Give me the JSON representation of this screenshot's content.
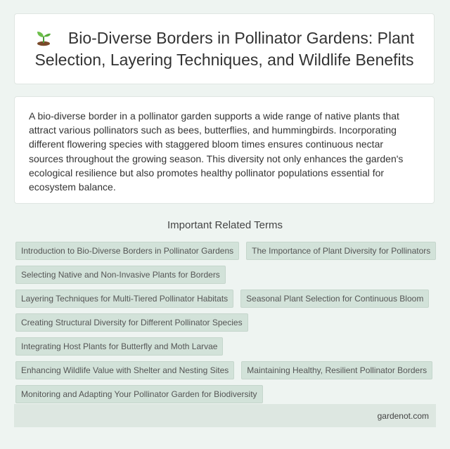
{
  "header": {
    "icon": "seedling-icon",
    "title": "Bio-Diverse Borders in Pollinator Gardens: Plant Selection, Layering Techniques, and Wildlife Benefits"
  },
  "description": "A bio-diverse border in a pollinator garden supports a wide range of native plants that attract various pollinators such as bees, butterflies, and hummingbirds. Incorporating different flowering species with staggered bloom times ensures continuous nectar sources throughout the growing season. This diversity not only enhances the garden's ecological resilience but also promotes healthy pollinator populations essential for ecosystem balance.",
  "related": {
    "heading": "Important Related Terms",
    "terms": [
      "Introduction to Bio-Diverse Borders in Pollinator Gardens",
      "The Importance of Plant Diversity for Pollinators",
      "Selecting Native and Non-Invasive Plants for Borders",
      "Layering Techniques for Multi-Tiered Pollinator Habitats",
      "Seasonal Plant Selection for Continuous Bloom",
      "Creating Structural Diversity for Different Pollinator Species",
      "Integrating Host Plants for Butterfly and Moth Larvae",
      "Enhancing Wildlife Value with Shelter and Nesting Sites",
      "Maintaining Healthy, Resilient Pollinator Borders",
      "Monitoring and Adapting Your Pollinator Garden for Biodiversity"
    ]
  },
  "footer": {
    "site": "gardenot.com"
  },
  "colors": {
    "background": "#eef4f1",
    "tag_background": "#d2e2d9",
    "footer_background": "#dde7e1"
  }
}
